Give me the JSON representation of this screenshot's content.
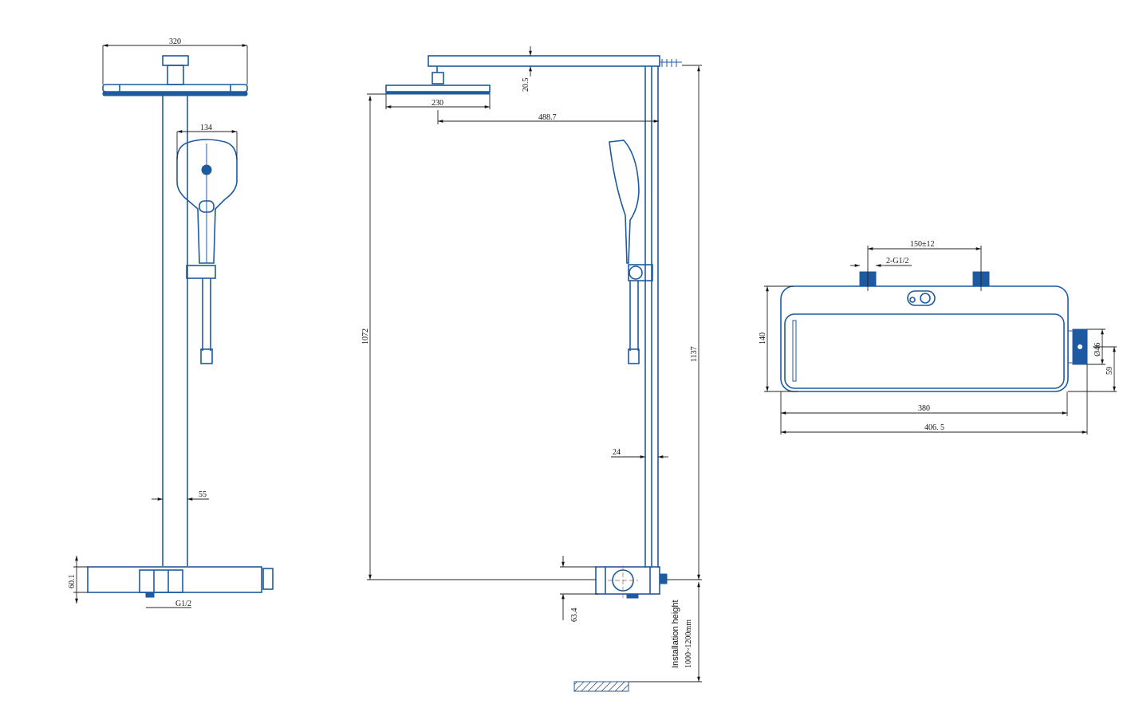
{
  "colors": {
    "product": "#1d5aa0",
    "dimension": "#222222"
  },
  "front_view": {
    "dims": {
      "head_width": "320",
      "hand_shower_width": "134",
      "pipe_offset": "55",
      "valve_height": "60.1",
      "inlet": "G1/2"
    }
  },
  "side_view": {
    "dims": {
      "arm_height": "20.5",
      "head_depth": "230",
      "arm_length": "488.7",
      "head_to_valve": "1072",
      "total_height": "1137",
      "rail_depth": "24",
      "valve_depth": "63.4"
    },
    "installation_label": "Installation height",
    "installation_range": "1000~1200mm"
  },
  "top_view": {
    "dims": {
      "inlet_spacing": "150±12",
      "inlets": "2-G1/2",
      "depth": "140",
      "knob_diameter": "Ø46",
      "knob_offset": "59",
      "body_width": "380",
      "overall_width": "406. 5"
    }
  }
}
